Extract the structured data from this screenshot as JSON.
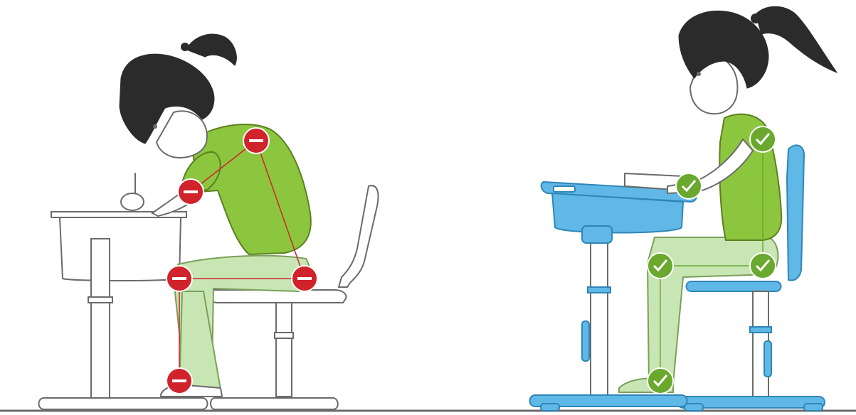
{
  "colors": {
    "background": "#ffffff",
    "line": "#6b6b6b",
    "hair": "#2b2b2b",
    "shirt_green": "#8cc63f",
    "pants_green": "#c8e6b4",
    "bad_marker_red": "#d0232b",
    "good_marker_green": "#6aa82e",
    "desk_blue": "#5fb8e6"
  },
  "scenes": {
    "incorrect": {
      "marker_icon": "minus-icon",
      "marker_glyph": "—",
      "markers": [
        "neck",
        "elbow",
        "hip",
        "knee",
        "ankle"
      ]
    },
    "correct": {
      "marker_icon": "check-icon",
      "marker_glyph": "✓",
      "markers": [
        "shoulder",
        "elbow",
        "hip",
        "knee",
        "ankle"
      ]
    }
  }
}
